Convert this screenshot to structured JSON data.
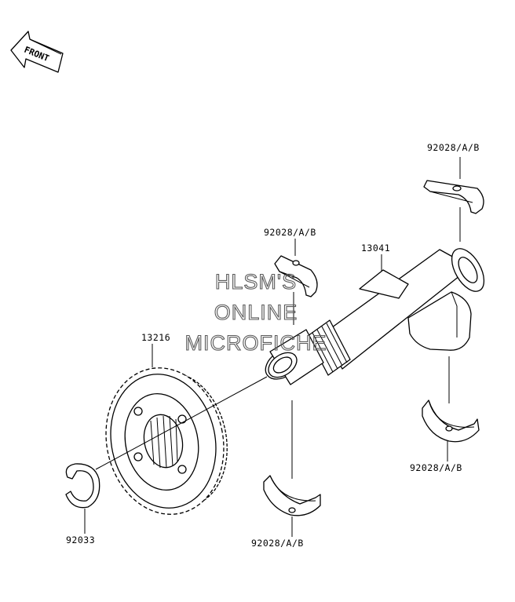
{
  "front_arrow": {
    "label": "FRONT",
    "icon": "front-arrow-icon"
  },
  "watermark": {
    "line1": "HLSM'S",
    "line2": "ONLINE",
    "line3": "MICROFICHE"
  },
  "callouts": {
    "bearing_top_right": "92028/A/B",
    "bearing_top_center": "92028/A/B",
    "shaft": "13041",
    "gear": "13216",
    "bearing_bottom_right": "92028/A/B",
    "bearing_bottom_center": "92028/A/B",
    "circlip": "92033"
  }
}
